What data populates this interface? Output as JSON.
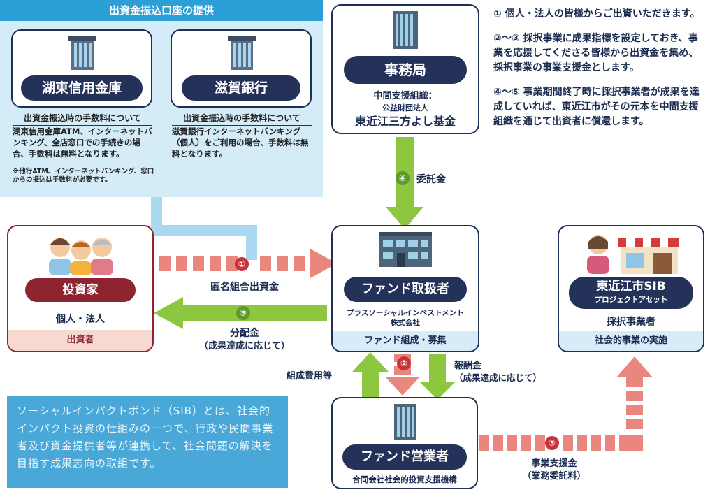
{
  "bank_panel": {
    "title": "出資金振込口座の提供",
    "banks": [
      {
        "name": "湖東信用金庫",
        "fee_title": "出資金振込時の手数料について",
        "fee_text": "湖東信用金庫ATM、インターネットバンキング、全店窓口での手続きの場合、手数料は無料となります。",
        "fee_note": "※他行ATM、インターネットバンキング、窓口からの振込は手数料が必要です。"
      },
      {
        "name": "滋賀銀行",
        "fee_title": "出資金振込時の手数料について",
        "fee_text": "滋賀銀行インターネットバンキング（個人）をご利用の場合、手数料は無料となります。"
      }
    ]
  },
  "secretariat": {
    "label": "事務局",
    "role": "中間支援組織：",
    "org_type": "公益財団法人",
    "org_name": "東近江三方よし基金"
  },
  "info": {
    "p1": "① 個人・法人の皆様からご出資いただきます。",
    "p2": "②～③ 採択事業に成果指標を設定しておき、事業を応援してくださる皆様から出資金を集め、採択事業の事業支援金とします。",
    "p3": "④～⑤ 事業期間終了時に採択事業者が成果を達成していれば、東近江市がその元本を中間支援組織を通じて出資者に償還します。"
  },
  "investor": {
    "label": "投資家",
    "sub": "個人・法人",
    "footer": "出資者"
  },
  "fund_handler": {
    "label": "ファンド取扱者",
    "company_line1": "プラスソーシャルインベストメント",
    "company_line2": "株式会社",
    "footer": "ファンド組成・募集"
  },
  "sib_project": {
    "label_line1": "東近江市SIB",
    "label_line2": "プロジェクトアセット",
    "sub": "採択事業者",
    "footer": "社会的事業の実施"
  },
  "fund_operator": {
    "label": "ファンド営業者",
    "company": "合同会社社会的投資支援機構"
  },
  "flows": [
    {
      "num": "①",
      "label": "匿名組合出資金"
    },
    {
      "num": "②",
      "label": ""
    },
    {
      "num": "③",
      "label_line1": "事業支援金",
      "label_line2": "（業務委託料）"
    },
    {
      "num": "④",
      "label": "委託金"
    },
    {
      "num": "⑤",
      "label_line1": "分配金",
      "label_line2": "（成果達成に応じて）"
    }
  ],
  "flow_labels": {
    "setup_cost": "組成費用等",
    "reward_line1": "報酬金",
    "reward_line2": "（成果達成に応じて）"
  },
  "sib_description": "ソーシャルインパクトボンド（SIB）とは、社会的インパクト投資の仕組みの一つで、行政や民間事業者及び資金提供者等が連携して、社会問題の解決を目指す成果志向の取組です。",
  "colors": {
    "navy": "#24325a",
    "red_arrow": "#e9877f",
    "green_arrow": "#8dc63f",
    "light_blue": "#d3ecf8",
    "brand_blue": "#2b9fd6"
  }
}
